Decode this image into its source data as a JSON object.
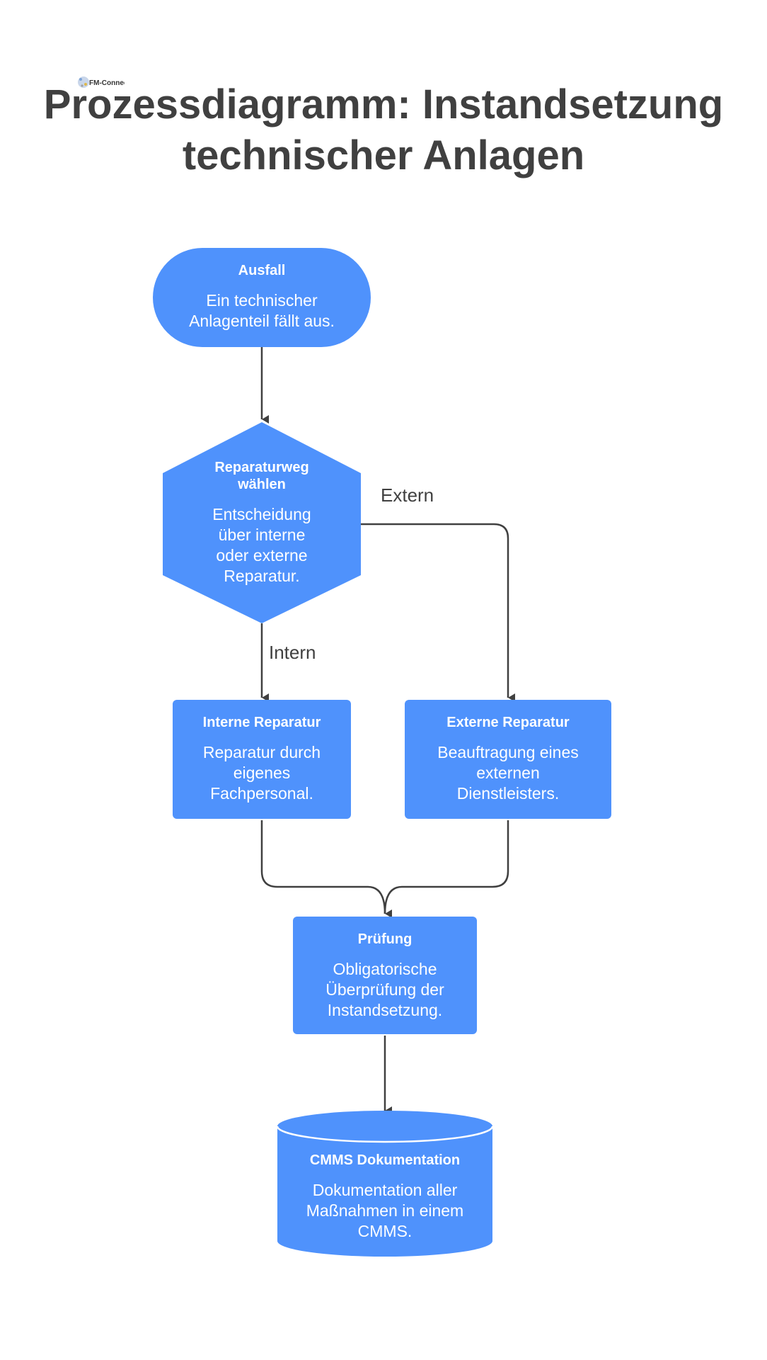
{
  "title": "Prozessdiagramm: Instandsetzung technischer Anlagen",
  "logo": {
    "text": "FM-Connect.com",
    "icon": "fm-connect-logo-icon"
  },
  "colors": {
    "node_fill": "#4F92FC",
    "connector": "#404040",
    "title": "#404040",
    "cylinder_edge": "#ffffff"
  },
  "nodes": {
    "ausfall": {
      "title": "Ausfall",
      "description": "Ein technischer Anlagenteil fällt aus."
    },
    "reparaturweg": {
      "title": "Reparaturweg wählen",
      "description": "Entscheidung über interne oder externe Reparatur."
    },
    "intern": {
      "title": "Interne Reparatur",
      "description": "Reparatur durch eigenes Fachpersonal."
    },
    "extern": {
      "title": "Externe Reparatur",
      "description": "Beauftragung eines externen Dienstleisters."
    },
    "pruefung": {
      "title": "Prüfung",
      "description": "Obligatorische Überprüfung der Instandsetzung."
    },
    "cmms": {
      "title": "CMMS Dokumentation",
      "description": "Dokumentation aller Maßnahmen in einem CMMS."
    }
  },
  "edges": {
    "extern_label": "Extern",
    "intern_label": "Intern"
  }
}
